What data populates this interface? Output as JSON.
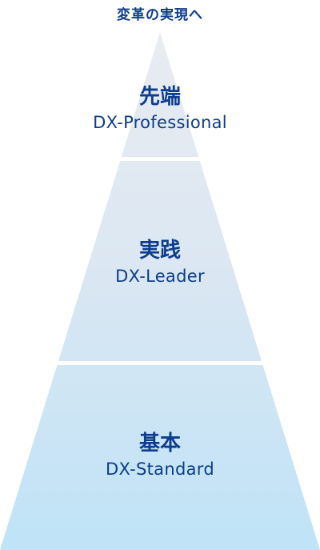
{
  "caption": "変革の実現へ",
  "tiers": [
    {
      "jp": "先端",
      "en": "DX-Professional"
    },
    {
      "jp": "実践",
      "en": "DX-Leader"
    },
    {
      "jp": "基本",
      "en": "DX-Standard"
    }
  ],
  "colors": {
    "text": "#0d3d8c",
    "tip_fill": "#e9ecf1",
    "base_fill": "#bfe3f7",
    "divider": "#ffffff"
  }
}
